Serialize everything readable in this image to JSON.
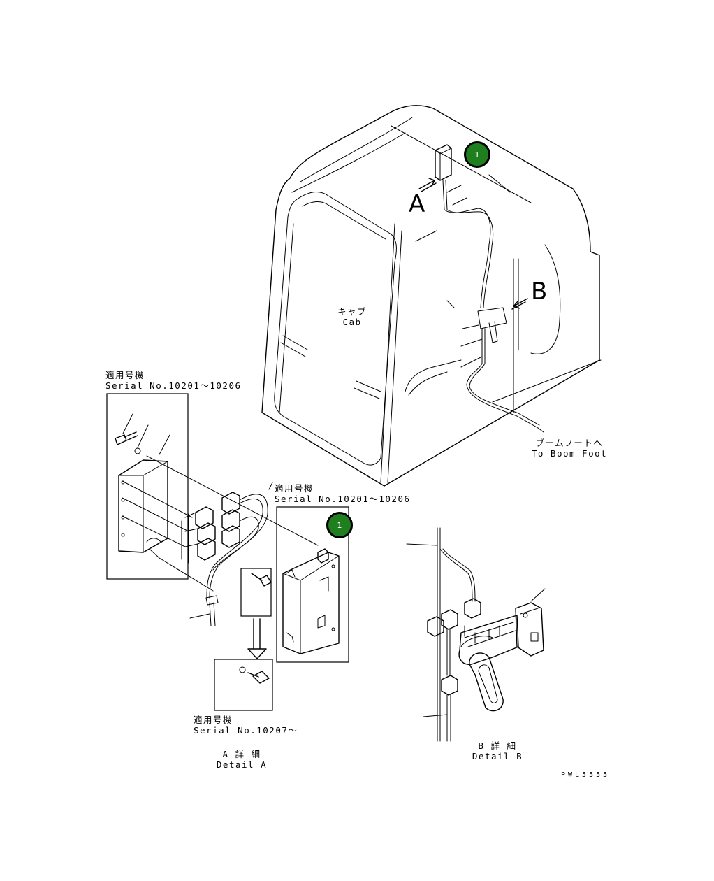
{
  "cab_label": {
    "ja": "キャブ",
    "en": "Cab"
  },
  "view_labels": {
    "a": "A",
    "b": "B"
  },
  "boom_foot": {
    "ja": "ブームフートへ",
    "en": "To Boom Foot"
  },
  "serial_blocks": [
    {
      "ja": "適用号機",
      "en": "Serial No.10201～10206"
    },
    {
      "ja": "適用号機",
      "en": "Serial No.10201～10206"
    },
    {
      "ja": "適用号機",
      "en": "Serial No.10207～"
    }
  ],
  "detail_a": {
    "ja": "A 詳 細",
    "en": "Detail A"
  },
  "detail_b": {
    "ja": "B 詳 細",
    "en": "Detail B"
  },
  "drawing_code": "PWL5555",
  "callouts": [
    {
      "number": "1"
    },
    {
      "number": "1"
    }
  ],
  "colors": {
    "callout_fill": "#1f7f1f",
    "line": "#000000",
    "background": "#ffffff"
  }
}
